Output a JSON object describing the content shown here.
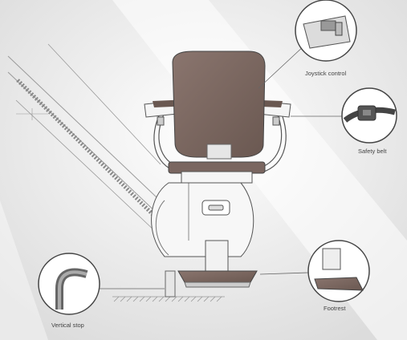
{
  "callouts": {
    "joystick": "Joystick control",
    "belt": "Safety belt",
    "footrest": "Footrest",
    "stop": "Vertical stop"
  },
  "colors": {
    "seat_brown": "#7a6660",
    "backrest_brown": "#7d6962",
    "body_white": "#f5f5f5",
    "outline": "#555555",
    "background": "#ececec"
  }
}
